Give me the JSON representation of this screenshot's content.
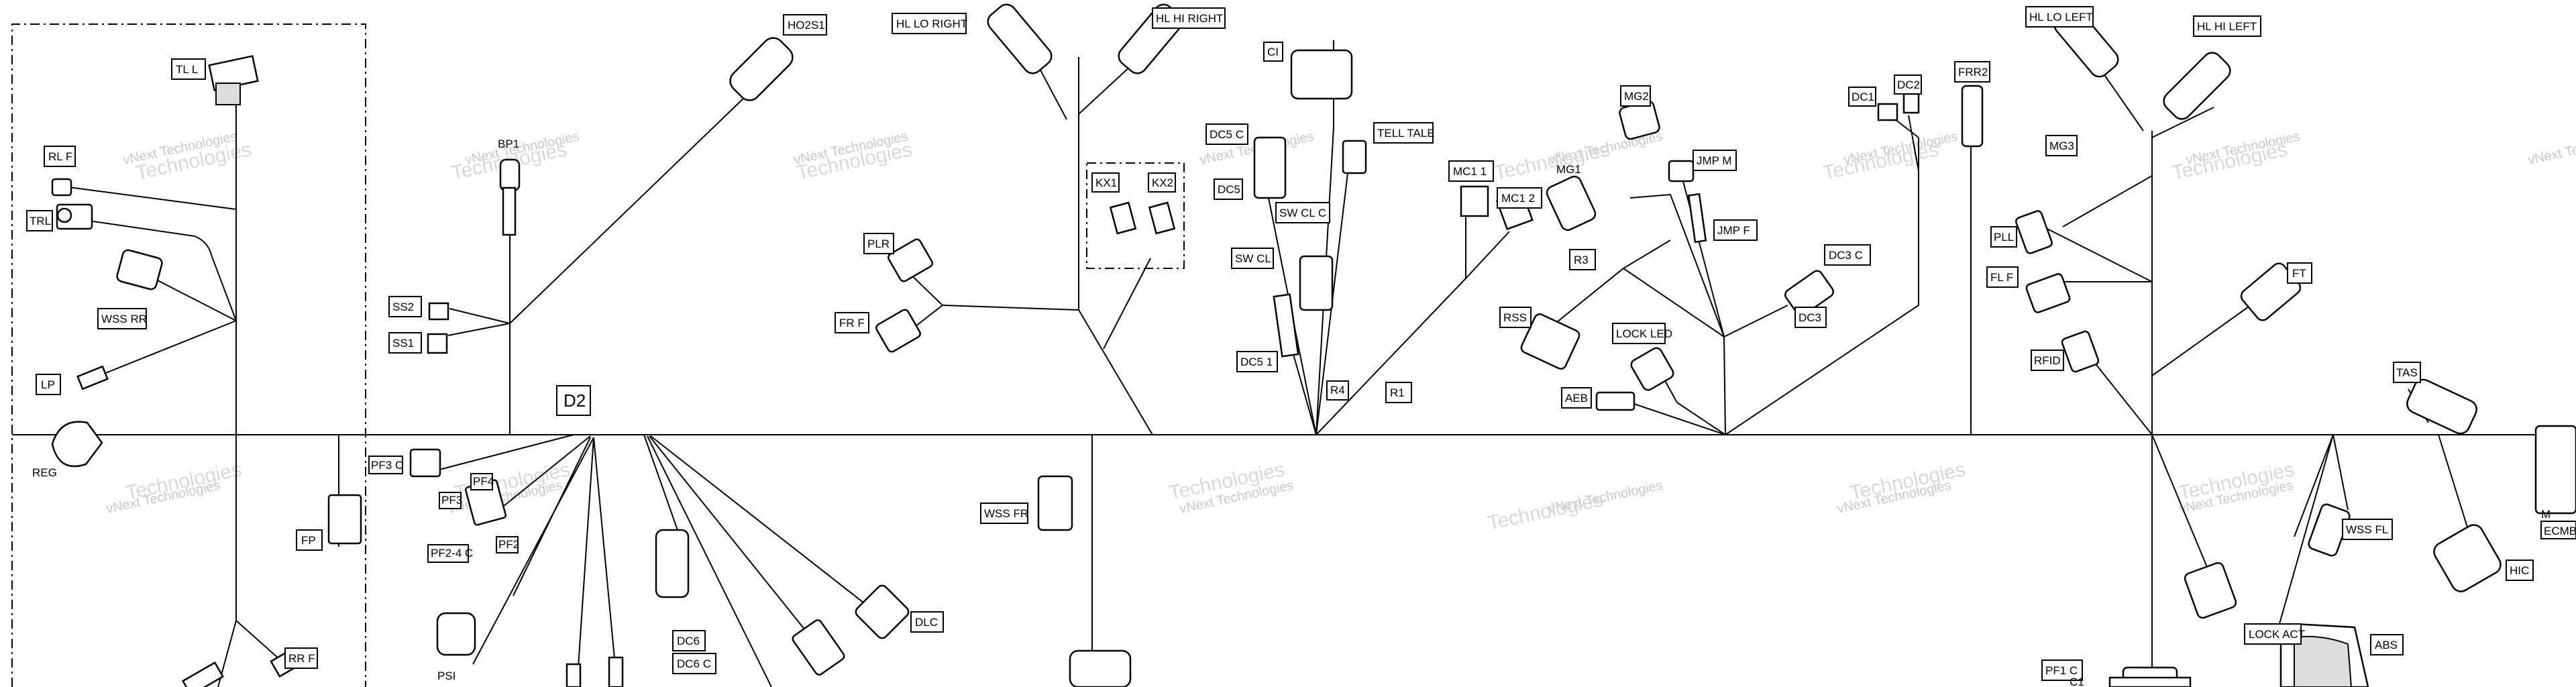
{
  "watermark": {
    "line1": "vNext Technologies",
    "line2": "Technologies"
  },
  "labels": {
    "tl_l": "TL L",
    "rl_f": "RL F",
    "trl": "TRL",
    "wss_rr": "WSS RR",
    "lp": "LP",
    "reg": "REG",
    "fp": "FP",
    "rr_f": "RR F",
    "ho2s1": "HO2S1",
    "bp1": "BP1",
    "ss2": "SS2",
    "ss1": "SS1",
    "d2": "D2",
    "pf3_c": "PF3 C",
    "pf4": "PF4",
    "pf3": "PF3",
    "pf2_c": "PF2-4 C",
    "pf2": "PF2",
    "psi": "PSI",
    "dc6": "DC6",
    "dc6_c": "DC6 C",
    "dlc": "DLC",
    "wss_fr": "WSS FR",
    "hl_lo_right": "HL LO RIGHT",
    "hl_hi_right": "HL HI RIGHT",
    "plr": "PLR",
    "fr_f": "FR F",
    "kx1": "KX1",
    "kx2": "KX2",
    "ci": "CI",
    "dc5_c": "DC5 C",
    "dc5": "DC5",
    "sw_cl_c": "SW CL C",
    "tell_tale": "TELL TALE",
    "sw_cl": "SW CL",
    "dc5_1": "DC5 1",
    "r4": "R4",
    "r1": "R1",
    "mc1_1": "MC1 1",
    "mc1_2": "MC1 2",
    "mg2": "MG2",
    "jmp_m": "JMP M",
    "mg1": "MG1",
    "jmp_f": "JMP F",
    "r3": "R3",
    "rss": "RSS",
    "lock_led": "LOCK LED",
    "aeb": "AEB",
    "dc1": "DC1",
    "dc2": "DC2",
    "dc3_c": "DC3 C",
    "dc3": "DC3",
    "frr2": "FRR2",
    "hl_lo_left": "HL LO LEFT",
    "hl_hi_left": "HL HI LEFT",
    "mg3": "MG3",
    "pll": "PLL",
    "fl_f": "FL F",
    "ft": "FT",
    "rfid": "RFID",
    "tas": "TAS",
    "wss_fl": "WSS FL",
    "hic": "HIC",
    "lock_act": "LOCK ACT",
    "abs": "ABS",
    "pf1_c": "PF1 C",
    "c1": "C1",
    "m": "M",
    "ecm": "ECMB"
  }
}
